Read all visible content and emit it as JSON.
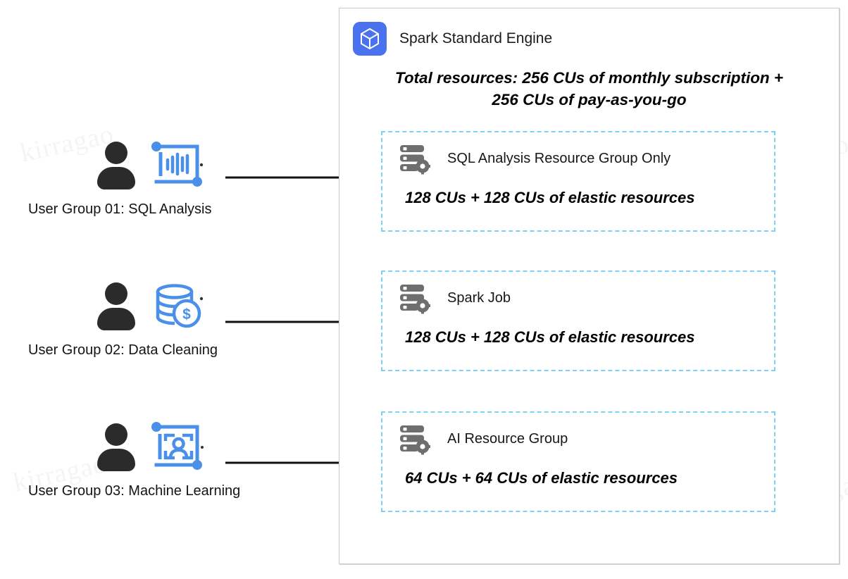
{
  "engine": {
    "icon": "cube-icon",
    "title": "Spark Standard Engine",
    "total_resources_line1": "Total resources: 256 CUs of monthly subscription +",
    "total_resources_line2": "256 CUs of pay-as-you-go",
    "accent_color": "#4a72ee",
    "dashed_border_color": "#7ed0f4"
  },
  "user_groups": [
    {
      "label": "User Group 01: SQL Analysis",
      "person_icon": "person-icon",
      "task_icon": "sql-analysis-icon"
    },
    {
      "label": "User Group 02: Data Cleaning",
      "person_icon": "person-icon",
      "task_icon": "database-dollar-icon"
    },
    {
      "label": "User Group 03: Machine Learning",
      "person_icon": "person-icon",
      "task_icon": "image-recognition-icon"
    }
  ],
  "resource_groups": [
    {
      "icon": "server-gear-icon",
      "title": "SQL Analysis Resource Group Only",
      "resources": "128 CUs + 128 CUs of elastic resources"
    },
    {
      "icon": "server-gear-icon",
      "title": "Spark Job",
      "resources": "128 CUs + 128 CUs of elastic resources"
    },
    {
      "icon": "server-gear-icon",
      "title": "AI Resource Group",
      "resources": "64 CUs + 64 CUs of elastic resources"
    }
  ],
  "connections": [
    {
      "from": "User Group 01: SQL Analysis",
      "to": "SQL Analysis Resource Group Only"
    },
    {
      "from": "User Group 02: Data Cleaning",
      "to": "Spark Job"
    },
    {
      "from": "User Group 03: Machine Learning",
      "to": "AI Resource Group"
    }
  ],
  "watermarks": [
    "kirragao",
    "kirragao",
    "kirragao",
    "kirragao",
    "kirragao",
    "kirragao"
  ]
}
